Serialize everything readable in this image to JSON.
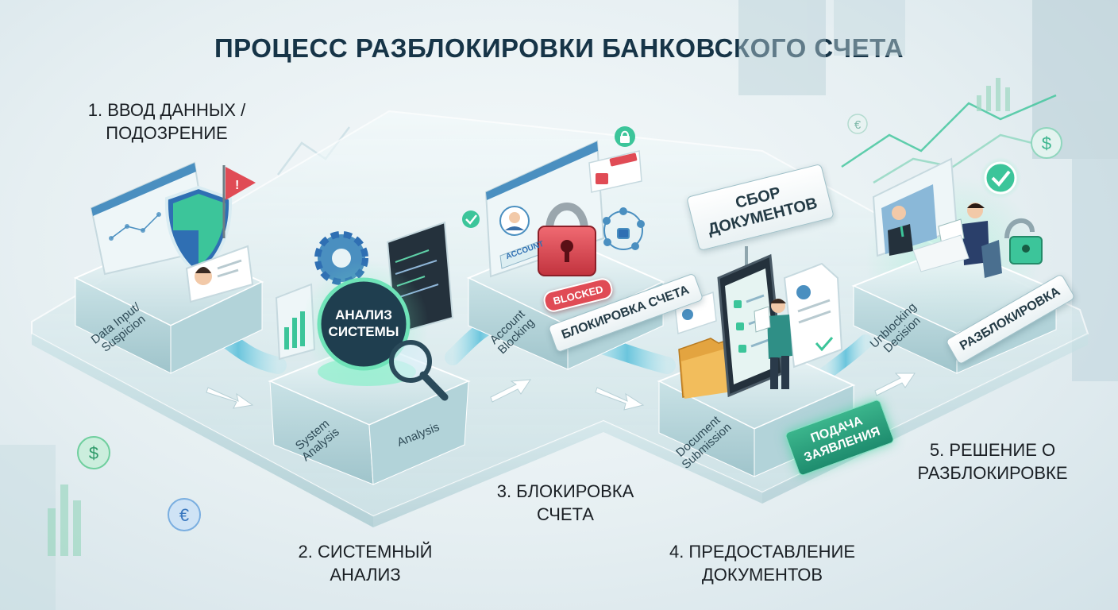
{
  "title": "ПРОЦЕСС РАЗБЛОКИРОВКИ БАНКОВСКОГО СЧЕТА",
  "steps": [
    {
      "label_line1": "1. ВВОД ДАННЫХ /",
      "label_line2": "ПОДОЗРЕНИЕ",
      "platform_line1": "Data Input/",
      "platform_line2": "Suspicion"
    },
    {
      "label_line1": "2. СИСТЕМНЫЙ",
      "label_line2": "АНАЛИЗ",
      "platform_line1": "System",
      "platform_line2": "Analysis",
      "platform_extra": "Analysis"
    },
    {
      "label_line1": "3. БЛОКИРОВКА",
      "label_line2": "СЧЕТА",
      "platform_line1": "Account",
      "platform_line2": "Blocking"
    },
    {
      "label_line1": "4. ПРЕДОСТАВЛЕНИЕ",
      "label_line2": "ДОКУМЕНТОВ",
      "platform_line1": "Document",
      "platform_line2": "Submission"
    },
    {
      "label_line1": "5. РЕШЕНИЕ О",
      "label_line2": "РАЗБЛОКИРОВКЕ",
      "platform_line1": "Unblocking",
      "platform_line2": "Decision"
    }
  ],
  "tags": {
    "analysis_line1": "АНАЛИЗ",
    "analysis_line2": "СИСТЕМЫ",
    "blocked_badge": "BLOCKED",
    "blocking_tag": "БЛОКИРОВКА СЧЕТА",
    "docs_line1": "СБОР",
    "docs_line2": "ДОКУМЕНТОВ",
    "application_line1": "ПОДАЧА",
    "application_line2": "ЗАЯВЛЕНИЯ",
    "unblock_tag": "РАЗБЛОКИРОВКА",
    "account_card": "ACCOUNT"
  },
  "colors": {
    "accent_green": "#3cc59a",
    "lock_red": "#e04b55",
    "shield_blue": "#2f6fb3",
    "title_navy": "#163447"
  }
}
